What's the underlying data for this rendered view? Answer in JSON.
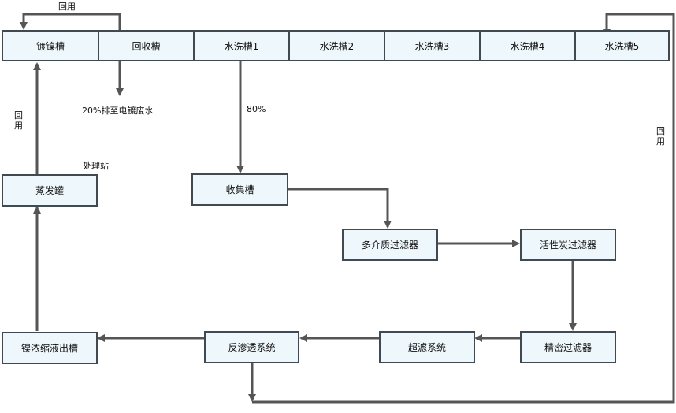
{
  "top_row": [
    "镀镍槽",
    "回收槽",
    "水洗槽1",
    "水洗槽2",
    "水洗槽3",
    "水洗槽4",
    "水洗槽5"
  ],
  "boxes": {
    "evaporator": "蒸发罐",
    "collection_tank": "收集槽",
    "multimedia_filter": "多介质过滤器",
    "activated_carbon_filter": "活性炭过滤器",
    "precision_filter": "精密过滤器",
    "ultrafiltration": "超滤系统",
    "reverse_osmosis": "反渗透系统",
    "nickel_concentrate_tank": "镍浓缩液出槽"
  },
  "labels": {
    "reuse_top": "回用",
    "reuse_left": "回用",
    "reuse_right": "回用",
    "discharge": "20%排至电镀废水",
    "discharge_cont": "处理站",
    "percent_80": "80%"
  },
  "colors": {
    "box_fill": "#eef7fb",
    "line": "#555555",
    "border": "#3f4a52"
  }
}
